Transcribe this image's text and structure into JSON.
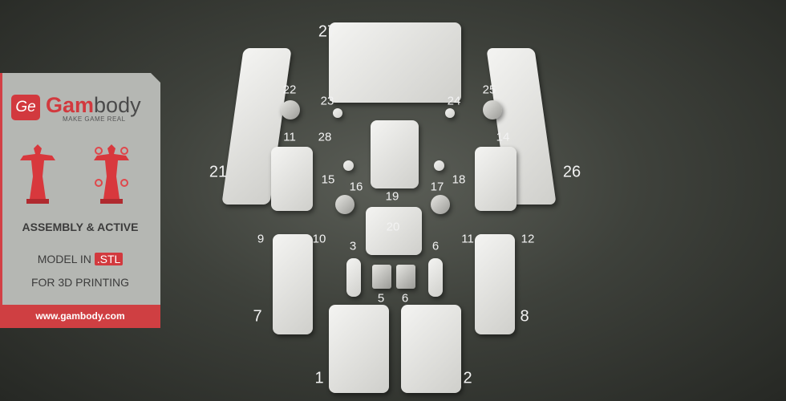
{
  "card": {
    "logo_mark": "Ge",
    "brand_first": "Gam",
    "brand_second": "body",
    "tagline": "MAKE GAME REAL",
    "line1": "ASSEMBLY & ACTIVE",
    "line2": "MODEL IN",
    "line2_badge": ".STL",
    "line3": "FOR 3D PRINTING",
    "url": "www.gambody.com",
    "accent": "#d2393e"
  },
  "part_labels": [
    "27",
    "22",
    "23",
    "24",
    "25",
    "28",
    "11",
    "14",
    "21",
    "26",
    "15",
    "18",
    "16",
    "17",
    "19",
    "20",
    "9",
    "10",
    "3",
    "6",
    "11",
    "12",
    "5",
    "6",
    "7",
    "8",
    "1",
    "2"
  ]
}
